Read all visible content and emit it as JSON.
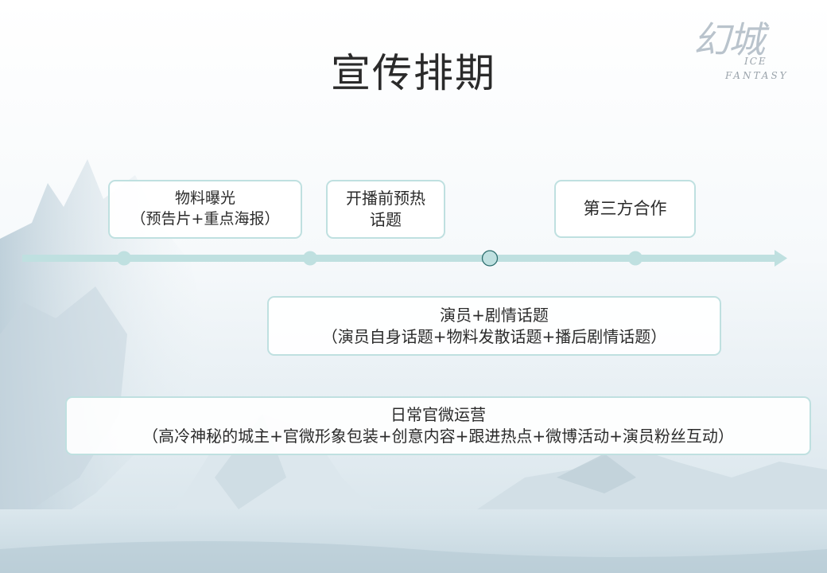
{
  "title": "宣传排期",
  "logo": {
    "cn": "幻城",
    "en_line1": "ICE",
    "en_line2": "FANTASY"
  },
  "colors": {
    "timeline": "#bfe0e0",
    "marker_highlight": "#2e6f6f",
    "box_border": "#bfe0e0",
    "text": "#2b2b2b"
  },
  "timeline": {
    "markers": [
      {
        "label": "marker-1",
        "highlighted": false
      },
      {
        "label": "marker-2",
        "highlighted": false
      },
      {
        "label": "marker-3",
        "highlighted": true
      },
      {
        "label": "marker-4",
        "highlighted": false
      }
    ]
  },
  "boxes": {
    "material_exposure": {
      "line1": "物料曝光",
      "line2": "（预告片+重点海报）"
    },
    "pre_broadcast": {
      "line1": "开播前预热",
      "line2": "话题"
    },
    "third_party": {
      "line1": "第三方合作"
    },
    "actors_plot": {
      "line1": "演员+剧情话题",
      "line2": "（演员自身话题+物料发散话题+播后剧情话题）"
    },
    "daily_ops": {
      "line1": "日常官微运营",
      "line2": "（高冷神秘的城主+官微形象包装+创意内容+跟进热点+微博活动+演员粉丝互动）"
    }
  }
}
